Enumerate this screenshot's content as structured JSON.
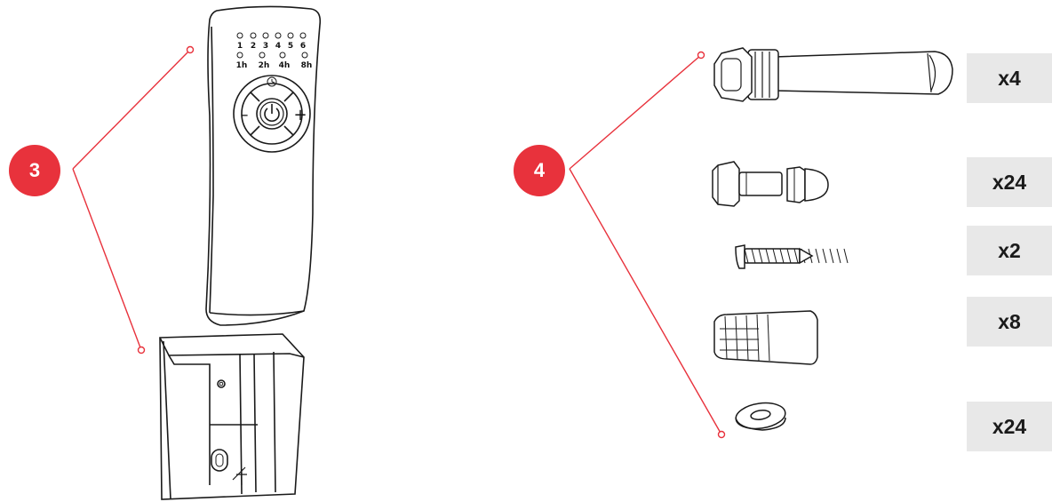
{
  "callouts": [
    {
      "number": "3",
      "color": "#e8323c"
    },
    {
      "number": "4",
      "color": "#e8323c"
    }
  ],
  "remote": {
    "program_labels": [
      "1",
      "2",
      "3",
      "4",
      "5",
      "6"
    ],
    "timer_labels": [
      "1h",
      "2h",
      "4h",
      "8h"
    ],
    "buttons": {
      "minus": "–",
      "plus": "+"
    }
  },
  "parts": [
    {
      "name": "anchor-bolt",
      "quantity": "x4"
    },
    {
      "name": "bolt-with-cap-nut",
      "quantity": "x24"
    },
    {
      "name": "screw",
      "quantity": "x2"
    },
    {
      "name": "wall-plug",
      "quantity": "x8"
    },
    {
      "name": "washer",
      "quantity": "x24"
    }
  ],
  "colors": {
    "accent": "#e8323c",
    "quantity_box": "#e8e8e8",
    "line": "#1a1a1a"
  }
}
